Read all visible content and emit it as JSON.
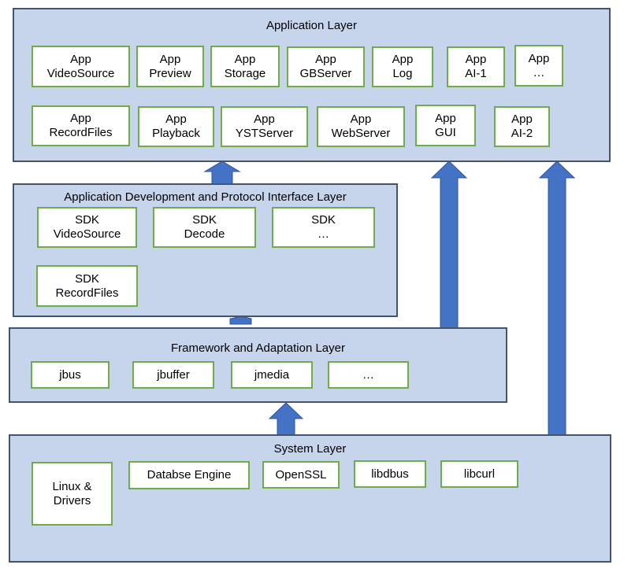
{
  "diagram": {
    "application_layer": {
      "title": "Application Layer",
      "modules": [
        "App\nVideoSource",
        "App\nPreview",
        "App\nStorage",
        "App\nGBServer",
        "App\nLog",
        "App\nAI-1",
        "App\n…",
        "App\nRecordFiles",
        "App\nPlayback",
        "App\nYSTServer",
        "App\nWebServer",
        "App\nGUI",
        "App\nAI-2"
      ]
    },
    "interface_layer": {
      "title": "Application Development and Protocol Interface Layer",
      "modules": [
        "SDK\nVideoSource",
        "SDK\nDecode",
        "SDK\n…",
        "SDK\nRecordFiles"
      ]
    },
    "framework_layer": {
      "title": "Framework and Adaptation Layer",
      "modules": [
        "jbus",
        "jbuffer",
        "jmedia",
        "…"
      ]
    },
    "system_layer": {
      "title": "System Layer",
      "modules": [
        "Linux &\nDrivers",
        "Databse Engine",
        "OpenSSL",
        "libdbus",
        "libcurl"
      ]
    },
    "colors": {
      "layer_fill": "#c7d5ec",
      "layer_border": "#44546a",
      "module_border": "#70ad47",
      "arrow": "#4472c4"
    }
  }
}
